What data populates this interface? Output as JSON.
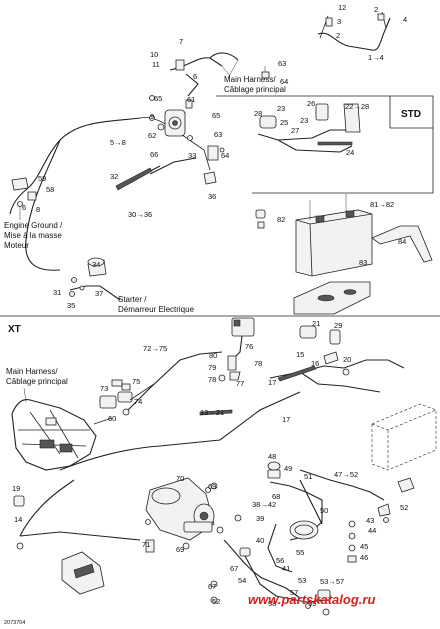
{
  "section_labels": {
    "std": "STD",
    "xt": "XT"
  },
  "callouts": {
    "main_harness_top": [
      "Main Harness/",
      "Câblage principal"
    ],
    "engine_ground": [
      "Engine Ground /",
      "Mise à la masse",
      "Moteur"
    ],
    "starter": [
      "Starter /",
      "Démarreur Electrique"
    ],
    "main_harness_xt": [
      "Main Harness/",
      "Câblage principal"
    ]
  },
  "part_numbers": {
    "top": [
      "12",
      "2",
      "4",
      "3",
      "2",
      "1→4",
      "7",
      "10",
      "11",
      "6",
      "63",
      "64",
      "23",
      "26",
      "22→28",
      "5→8",
      "65",
      "61",
      "9",
      "62",
      "65",
      "63",
      "66",
      "33",
      "64",
      "28",
      "25",
      "27",
      "23",
      "24",
      "59",
      "58",
      "6",
      "8",
      "32",
      "36",
      "30→36",
      "34",
      "31",
      "37",
      "35",
      "82",
      "81→82",
      "84",
      "83"
    ],
    "xt": [
      "21",
      "29",
      "72→75",
      "76",
      "80",
      "15",
      "16",
      "20",
      "79",
      "78",
      "77",
      "78",
      "17",
      "73",
      "75",
      "74",
      "60",
      "13→21",
      "17",
      "47→52",
      "48",
      "49",
      "51",
      "19",
      "70",
      "69",
      "38→42",
      "50",
      "52",
      "14",
      "68",
      "39",
      "40",
      "43",
      "44",
      "45",
      "46",
      "71",
      "69",
      "67",
      "55",
      "56",
      "41",
      "53",
      "54",
      "57",
      "53→57",
      "55",
      "58",
      "67",
      "52"
    ]
  },
  "image_ref": "2073704",
  "watermark": "www.partskatalog.ru",
  "colors": {
    "watermark": "#d2221f",
    "line": "#222222",
    "background": "#ffffff"
  }
}
